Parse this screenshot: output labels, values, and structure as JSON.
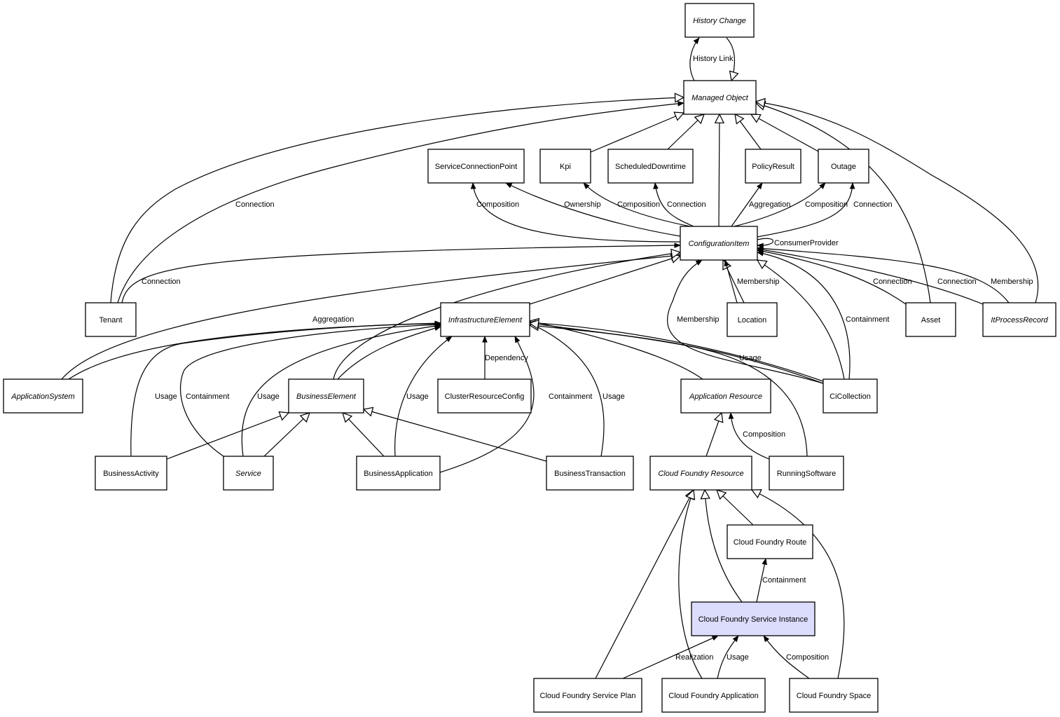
{
  "diagram": {
    "type": "class-relationship-diagram",
    "highlight_color": "#dcdcfc",
    "nodes": [
      {
        "id": "history-change",
        "label": "History Change",
        "abstract": true
      },
      {
        "id": "managed-object",
        "label": "Managed Object",
        "abstract": true
      },
      {
        "id": "service-connection-point",
        "label": "ServiceConnectionPoint",
        "abstract": false
      },
      {
        "id": "kpi",
        "label": "Kpi",
        "abstract": false
      },
      {
        "id": "scheduled-downtime",
        "label": "ScheduledDowntime",
        "abstract": false
      },
      {
        "id": "policy-result",
        "label": "PolicyResult",
        "abstract": false
      },
      {
        "id": "outage",
        "label": "Outage",
        "abstract": false
      },
      {
        "id": "configuration-item",
        "label": "ConfigurationItem",
        "abstract": true
      },
      {
        "id": "tenant",
        "label": "Tenant",
        "abstract": false
      },
      {
        "id": "infrastructure-element",
        "label": "InfrastructureElement",
        "abstract": true
      },
      {
        "id": "location",
        "label": "Location",
        "abstract": false
      },
      {
        "id": "asset",
        "label": "Asset",
        "abstract": false
      },
      {
        "id": "it-process-record",
        "label": "ItProcessRecord",
        "abstract": true
      },
      {
        "id": "application-system",
        "label": "ApplicationSystem",
        "abstract": true
      },
      {
        "id": "business-element",
        "label": "BusinessElement",
        "abstract": true
      },
      {
        "id": "cluster-resource-config",
        "label": "ClusterResourceConfig",
        "abstract": false
      },
      {
        "id": "application-resource",
        "label": "Application Resource",
        "abstract": true
      },
      {
        "id": "ci-collection",
        "label": "CiCollection",
        "abstract": false
      },
      {
        "id": "business-activity",
        "label": "BusinessActivity",
        "abstract": false
      },
      {
        "id": "service",
        "label": "Service",
        "abstract": true
      },
      {
        "id": "business-application",
        "label": "BusinessApplication",
        "abstract": false
      },
      {
        "id": "business-transaction",
        "label": "BusinessTransaction",
        "abstract": false
      },
      {
        "id": "cloud-foundry-resource",
        "label": "Cloud Foundry Resource",
        "abstract": true
      },
      {
        "id": "running-software",
        "label": "RunningSoftware",
        "abstract": false
      },
      {
        "id": "cloud-foundry-route",
        "label": "Cloud Foundry Route",
        "abstract": false
      },
      {
        "id": "cloud-foundry-service-instance",
        "label": "Cloud Foundry Service Instance",
        "abstract": false,
        "highlighted": true
      },
      {
        "id": "cloud-foundry-service-plan",
        "label": "Cloud Foundry Service Plan",
        "abstract": false
      },
      {
        "id": "cloud-foundry-application",
        "label": "Cloud Foundry Application",
        "abstract": false
      },
      {
        "id": "cloud-foundry-space",
        "label": "Cloud Foundry Space",
        "abstract": false
      }
    ],
    "edges": [
      {
        "from": "managed-object",
        "to": "history-change",
        "kind": "association",
        "label": "History Link"
      },
      {
        "from": "history-change",
        "to": "managed-object",
        "kind": "inheritance",
        "label": ""
      },
      {
        "from": "tenant",
        "to": "managed-object",
        "kind": "inheritance",
        "label": ""
      },
      {
        "from": "tenant",
        "to": "managed-object",
        "kind": "association",
        "label": "Connection"
      },
      {
        "from": "kpi",
        "to": "managed-object",
        "kind": "inheritance",
        "label": ""
      },
      {
        "from": "scheduled-downtime",
        "to": "managed-object",
        "kind": "inheritance",
        "label": ""
      },
      {
        "from": "configuration-item",
        "to": "managed-object",
        "kind": "inheritance",
        "label": ""
      },
      {
        "from": "policy-result",
        "to": "managed-object",
        "kind": "inheritance",
        "label": ""
      },
      {
        "from": "outage",
        "to": "managed-object",
        "kind": "inheritance",
        "label": ""
      },
      {
        "from": "asset",
        "to": "managed-object",
        "kind": "inheritance",
        "label": ""
      },
      {
        "from": "it-process-record",
        "to": "managed-object",
        "kind": "inheritance",
        "label": ""
      },
      {
        "from": "configuration-item",
        "to": "service-connection-point",
        "kind": "association",
        "label": "Composition"
      },
      {
        "from": "configuration-item",
        "to": "service-connection-point",
        "kind": "association",
        "label": "Ownership"
      },
      {
        "from": "configuration-item",
        "to": "kpi",
        "kind": "association",
        "label": "Composition"
      },
      {
        "from": "configuration-item",
        "to": "scheduled-downtime",
        "kind": "association",
        "label": "Connection"
      },
      {
        "from": "configuration-item",
        "to": "policy-result",
        "kind": "association",
        "label": "Aggregation"
      },
      {
        "from": "configuration-item",
        "to": "outage",
        "kind": "association",
        "label": "Composition"
      },
      {
        "from": "configuration-item",
        "to": "outage",
        "kind": "association",
        "label": "Connection"
      },
      {
        "from": "configuration-item",
        "to": "configuration-item",
        "kind": "association",
        "label": "ConsumerProvider"
      },
      {
        "from": "tenant",
        "to": "configuration-item",
        "kind": "association",
        "label": "Connection"
      },
      {
        "from": "application-system",
        "to": "configuration-item",
        "kind": "inheritance",
        "label": ""
      },
      {
        "from": "application-system",
        "to": "infrastructure-element",
        "kind": "association",
        "label": "Aggregation"
      },
      {
        "from": "infrastructure-element",
        "to": "configuration-item",
        "kind": "inheritance",
        "label": ""
      },
      {
        "from": "business-element",
        "to": "configuration-item",
        "kind": "inheritance",
        "label": ""
      },
      {
        "from": "location",
        "to": "configuration-item",
        "kind": "inheritance",
        "label": ""
      },
      {
        "from": "location",
        "to": "configuration-item",
        "kind": "association",
        "label": "Membership"
      },
      {
        "from": "ci-collection",
        "to": "configuration-item",
        "kind": "association",
        "label": "Membership"
      },
      {
        "from": "ci-collection",
        "to": "configuration-item",
        "kind": "inheritance",
        "label": ""
      },
      {
        "from": "ci-collection",
        "to": "configuration-item",
        "kind": "association",
        "label": "Containment"
      },
      {
        "from": "asset",
        "to": "configuration-item",
        "kind": "association",
        "label": "Connection"
      },
      {
        "from": "it-process-record",
        "to": "configuration-item",
        "kind": "association",
        "label": "Connection"
      },
      {
        "from": "it-process-record",
        "to": "configuration-item",
        "kind": "association",
        "label": "Membership"
      },
      {
        "from": "business-activity",
        "to": "infrastructure-element",
        "kind": "association",
        "label": "Usage"
      },
      {
        "from": "service",
        "to": "infrastructure-element",
        "kind": "association",
        "label": "Containment"
      },
      {
        "from": "service",
        "to": "infrastructure-element",
        "kind": "association",
        "label": "Usage"
      },
      {
        "from": "business-element",
        "to": "infrastructure-element",
        "kind": "association",
        "label": "Usage"
      },
      {
        "from": "business-application",
        "to": "infrastructure-element",
        "kind": "association",
        "label": "Usage"
      },
      {
        "from": "cluster-resource-config",
        "to": "infrastructure-element",
        "kind": "association",
        "label": "Dependency"
      },
      {
        "from": "business-application",
        "to": "infrastructure-element",
        "kind": "association",
        "label": "Containment"
      },
      {
        "from": "business-transaction",
        "to": "infrastructure-element",
        "kind": "association",
        "label": "Usage"
      },
      {
        "from": "application-resource",
        "to": "infrastructure-element",
        "kind": "inheritance",
        "label": ""
      },
      {
        "from": "ci-collection",
        "to": "infrastructure-element",
        "kind": "inheritance",
        "label": ""
      },
      {
        "from": "ci-collection",
        "to": "infrastructure-element",
        "kind": "association",
        "label": "Usage"
      },
      {
        "from": "running-software",
        "to": "infrastructure-element",
        "kind": "inheritance",
        "label": ""
      },
      {
        "from": "business-activity",
        "to": "business-element",
        "kind": "inheritance",
        "label": ""
      },
      {
        "from": "service",
        "to": "business-element",
        "kind": "inheritance",
        "label": ""
      },
      {
        "from": "business-application",
        "to": "business-element",
        "kind": "inheritance",
        "label": ""
      },
      {
        "from": "business-transaction",
        "to": "business-element",
        "kind": "inheritance",
        "label": ""
      },
      {
        "from": "cloud-foundry-resource",
        "to": "application-resource",
        "kind": "inheritance",
        "label": ""
      },
      {
        "from": "running-software",
        "to": "application-resource",
        "kind": "association",
        "label": "Composition"
      },
      {
        "from": "cloud-foundry-route",
        "to": "cloud-foundry-resource",
        "kind": "inheritance",
        "label": ""
      },
      {
        "from": "cloud-foundry-service-instance",
        "to": "cloud-foundry-resource",
        "kind": "inheritance",
        "label": ""
      },
      {
        "from": "cloud-foundry-service-plan",
        "to": "cloud-foundry-resource",
        "kind": "inheritance",
        "label": ""
      },
      {
        "from": "cloud-foundry-application",
        "to": "cloud-foundry-resource",
        "kind": "inheritance",
        "label": ""
      },
      {
        "from": "cloud-foundry-space",
        "to": "cloud-foundry-resource",
        "kind": "inheritance",
        "label": ""
      },
      {
        "from": "cloud-foundry-service-instance",
        "to": "cloud-foundry-route",
        "kind": "association",
        "label": "Containment"
      },
      {
        "from": "cloud-foundry-service-plan",
        "to": "cloud-foundry-service-instance",
        "kind": "association",
        "label": "Realization"
      },
      {
        "from": "cloud-foundry-application",
        "to": "cloud-foundry-service-instance",
        "kind": "association",
        "label": "Usage"
      },
      {
        "from": "cloud-foundry-space",
        "to": "cloud-foundry-service-instance",
        "kind": "association",
        "label": "Composition"
      }
    ]
  }
}
